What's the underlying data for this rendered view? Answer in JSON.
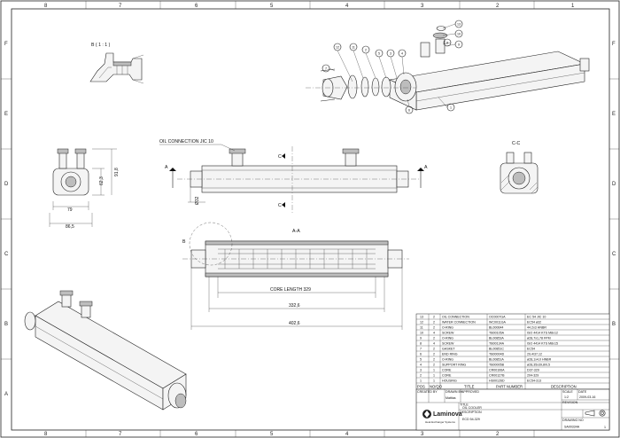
{
  "zones": {
    "columns": [
      "8",
      "7",
      "6",
      "5",
      "4",
      "3",
      "2",
      "1"
    ],
    "rows": [
      "F",
      "E",
      "D",
      "C",
      "B",
      "A"
    ]
  },
  "views": {
    "detail_b": "B ( 1 : 1 )",
    "section_cc": "C-C",
    "section_aa": "A-A",
    "callout_b": "B",
    "section_marks": [
      "A",
      "A",
      "C",
      "C"
    ]
  },
  "annotations": {
    "oil_connection": "OIL CONNECTION JIC 10",
    "core_length": "CORE LENGTH 329"
  },
  "dimensions": {
    "height_inner": "62,3",
    "height_outer": "91,8",
    "width_79": "79",
    "width_86": "86,5",
    "diameter": "Ø32",
    "len_332": "332,6",
    "len_402": "402,6"
  },
  "balloons": [
    "12",
    "11",
    "2",
    "5",
    "3",
    "4",
    "13",
    "10",
    "8",
    "9",
    "7",
    "6",
    "1"
  ],
  "bom": {
    "header": [
      "POS",
      "NO/QO",
      "TITLE",
      "PART NUMBER",
      "DESCRIPTION"
    ],
    "rows": [
      [
        "13",
        "2",
        "OIL CONNECTION",
        "OC0007GA",
        "EC 54 JIC 10"
      ],
      [
        "12",
        "2",
        "WATER CONNECTION",
        "WC0011GA",
        "EC54 ø32"
      ],
      [
        "11",
        "2",
        "O-RING",
        "BL000644",
        "44.2x3 HNBR"
      ],
      [
        "10",
        "4",
        "SCREW",
        "TB00105A",
        "ISO 4414 KTS M8x12"
      ],
      [
        "9",
        "2",
        "O-RING",
        "BL00853A",
        "ø28,7x1,78 FPM"
      ],
      [
        "8",
        "4",
        "SCREW",
        "TB00134A",
        "ISO 4414 KTS M8x15"
      ],
      [
        "7",
        "2",
        "GASKET",
        "BL00851C",
        "EC54"
      ],
      [
        "6",
        "2",
        "END RING",
        "TB00004D",
        "29,4/37,12"
      ],
      [
        "5",
        "2",
        "O-RING",
        "BL00851A",
        "ø28,1x4,0 HNBR"
      ],
      [
        "4",
        "2",
        "SUPPORT RING",
        "TB00005B",
        "ø28,35x39,8/0,5"
      ],
      [
        "3",
        "1",
        "CORE",
        "CR00106A",
        "D37-329"
      ],
      [
        "2",
        "1",
        "CORE",
        "CR00127B",
        "204-329"
      ],
      [
        "1",
        "1",
        "HOUSING",
        "HS00126D",
        "EC54-313"
      ]
    ]
  },
  "title_block": {
    "labels": {
      "created_by": "CREATED BY",
      "drawn_by": "DRAWN BY",
      "approved": "APPROVED",
      "title": "TITLE",
      "description": "DESCRIPTION",
      "scale": "SCALE",
      "date": "DATE",
      "revision": "REVISION",
      "drawing_no": "DRAWING NO"
    },
    "drawn_by": "Mattias",
    "title": "OIL COOLER",
    "description": "ECD 54-329",
    "scale": "1:2",
    "date": "2009-03-16",
    "drawing_no": "SA00334A",
    "sheet": "1",
    "company": "Laminova",
    "company_tagline": "Heat Exchanger Systems"
  }
}
